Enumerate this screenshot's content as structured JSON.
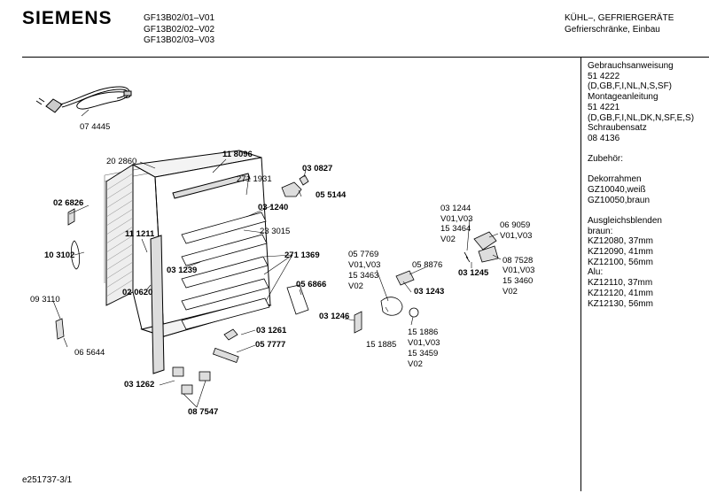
{
  "header": {
    "brand": "SIEMENS",
    "models": [
      "GF13B02/01–V01",
      "GF13B02/02–V02",
      "GF13B02/03–V03"
    ],
    "category_line1": "KÜHL–, GEFRIERGERÄTE",
    "category_line2": "Gefrierschränke, Einbau"
  },
  "sidebar": {
    "docs": [
      "Gebrauchsanweisung",
      "51 4222",
      "(D,GB,F,I,NL,N,S,SF)",
      "Montageanleitung",
      "51 4221",
      "(D,GB,F,I,NL,DK,N,SF,E,S)",
      "Schraubensatz",
      "08 4136"
    ],
    "accessories_title": "Zubehör:",
    "decor": [
      "Dekorrahmen",
      "GZ10040,weiß",
      "GZ10050,braun"
    ],
    "blends": [
      "Ausgleichsblenden",
      "braun:",
      "KZ12080, 37mm",
      "KZ12090, 41mm",
      "KZ12100, 56mm",
      "Alu:",
      "KZ12110, 37mm",
      "KZ12120, 41mm",
      "KZ12130, 56mm"
    ]
  },
  "footer": {
    "code": "e251737-3/1"
  },
  "parts": [
    {
      "id": "p-074445",
      "text": "07 4445",
      "bold": false
    },
    {
      "id": "p-202860",
      "text": "20 2860",
      "bold": false
    },
    {
      "id": "p-118096",
      "text": "11 8096",
      "bold": true
    },
    {
      "id": "p-030827",
      "text": "03 0827",
      "bold": true
    },
    {
      "id": "p-271931",
      "text": "271 1931",
      "bold": false
    },
    {
      "id": "p-055144",
      "text": "05 5144",
      "bold": true
    },
    {
      "id": "p-026826",
      "text": "02 6826",
      "bold": true
    },
    {
      "id": "p-031240",
      "text": "03 1240",
      "bold": true
    },
    {
      "id": "p-111211",
      "text": "11 1211",
      "bold": true
    },
    {
      "id": "p-233015",
      "text": "23 3015",
      "bold": false
    },
    {
      "id": "p-103102",
      "text": "10 3102",
      "bold": true
    },
    {
      "id": "p-271369",
      "text": "271 1369",
      "bold": true
    },
    {
      "id": "p-031239",
      "text": "03 1239",
      "bold": true
    },
    {
      "id": "p-020620",
      "text": "02 0620",
      "bold": true
    },
    {
      "id": "p-056866",
      "text": "05 6866",
      "bold": true
    },
    {
      "id": "p-093110",
      "text": "09 3110",
      "bold": false
    },
    {
      "id": "p-065644",
      "text": "06 5644",
      "bold": false
    },
    {
      "id": "p-031261",
      "text": "03 1261",
      "bold": true
    },
    {
      "id": "p-057777",
      "text": "05 7777",
      "bold": true
    },
    {
      "id": "p-031262",
      "text": "03 1262",
      "bold": true
    },
    {
      "id": "p-087547",
      "text": "08 7547",
      "bold": true
    },
    {
      "id": "p-031244",
      "text": "03 1244",
      "bold": false
    },
    {
      "id": "p-031244-v",
      "text": "V01,V03",
      "bold": false
    },
    {
      "id": "p-153464",
      "text": "15 3464",
      "bold": false
    },
    {
      "id": "p-153464-v",
      "text": "V02",
      "bold": false
    },
    {
      "id": "p-069059",
      "text": "06 9059",
      "bold": false
    },
    {
      "id": "p-069059-v",
      "text": "V01,V03",
      "bold": false
    },
    {
      "id": "p-057769",
      "text": "05 7769",
      "bold": false
    },
    {
      "id": "p-057769-v",
      "text": "V01,V03",
      "bold": false
    },
    {
      "id": "p-153463",
      "text": "15 3463",
      "bold": false
    },
    {
      "id": "p-153463-v",
      "text": "V02",
      "bold": false
    },
    {
      "id": "p-058876",
      "text": "05 8876",
      "bold": false
    },
    {
      "id": "p-087528",
      "text": "08 7528",
      "bold": false
    },
    {
      "id": "p-087528-v",
      "text": "V01,V03",
      "bold": false
    },
    {
      "id": "p-031245",
      "text": "03 1245",
      "bold": true
    },
    {
      "id": "p-153460",
      "text": "15 3460",
      "bold": false
    },
    {
      "id": "p-153460-v",
      "text": "V02",
      "bold": false
    },
    {
      "id": "p-031243",
      "text": "03 1243",
      "bold": true
    },
    {
      "id": "p-031246",
      "text": "03 1246",
      "bold": true
    },
    {
      "id": "p-151885",
      "text": "15 1885",
      "bold": false
    },
    {
      "id": "p-151886",
      "text": "15 1886",
      "bold": false
    },
    {
      "id": "p-151886-v",
      "text": "V01,V03",
      "bold": false
    },
    {
      "id": "p-153459",
      "text": "15 3459",
      "bold": false
    },
    {
      "id": "p-153459-v",
      "text": "V02",
      "bold": false
    }
  ]
}
